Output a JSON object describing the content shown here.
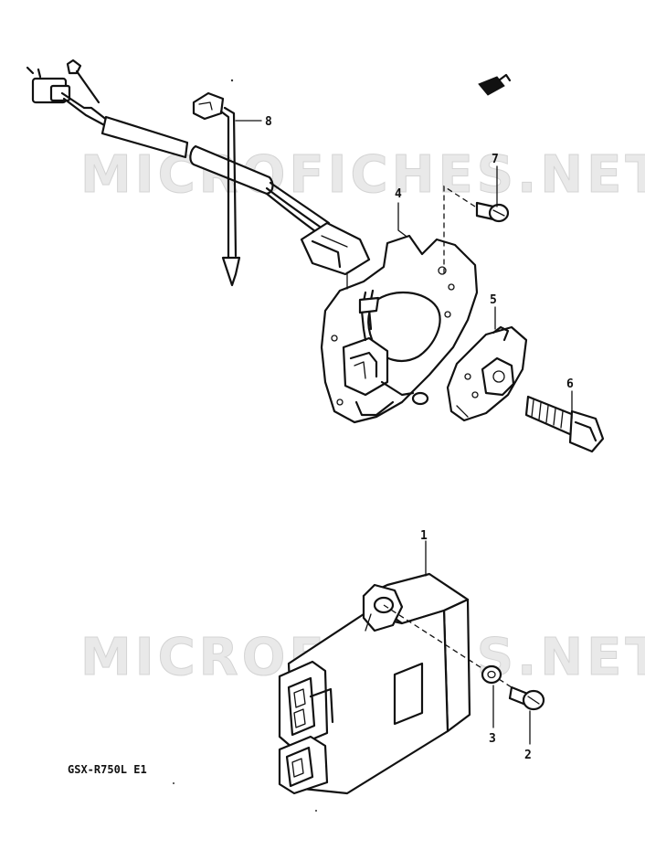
{
  "diagram": {
    "model_code": "GSX-R750L E1",
    "watermarks": [
      "MICROFICHES.NET",
      "MICROFICHES.NET"
    ],
    "callouts": [
      {
        "id": "1",
        "label": "1"
      },
      {
        "id": "2",
        "label": "2"
      },
      {
        "id": "3",
        "label": "3"
      },
      {
        "id": "4",
        "label": "4"
      },
      {
        "id": "5",
        "label": "5"
      },
      {
        "id": "6",
        "label": "6"
      },
      {
        "id": "7",
        "label": "7"
      },
      {
        "id": "8",
        "label": "8"
      }
    ]
  }
}
